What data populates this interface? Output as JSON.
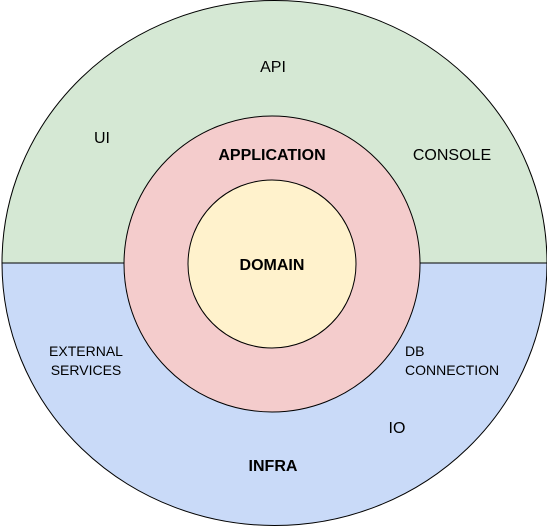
{
  "diagram": {
    "colors": {
      "presentation_fill": "#d5e8d4",
      "infra_fill": "#c9daf8",
      "application_fill": "#f4cccc",
      "domain_fill": "#fff2cc",
      "stroke": "#000000",
      "background": "#ffffff"
    },
    "layers": {
      "presentation": {
        "items": [
          "API",
          "UI",
          "CONSOLE"
        ]
      },
      "infra": {
        "title": "INFRA",
        "external_services": [
          "EXTERNAL",
          "SERVICES"
        ],
        "db_connection": [
          "DB",
          "CONNECTION"
        ],
        "io": "IO"
      },
      "application": {
        "title": "APPLICATION"
      },
      "domain": {
        "title": "DOMAIN"
      }
    }
  }
}
